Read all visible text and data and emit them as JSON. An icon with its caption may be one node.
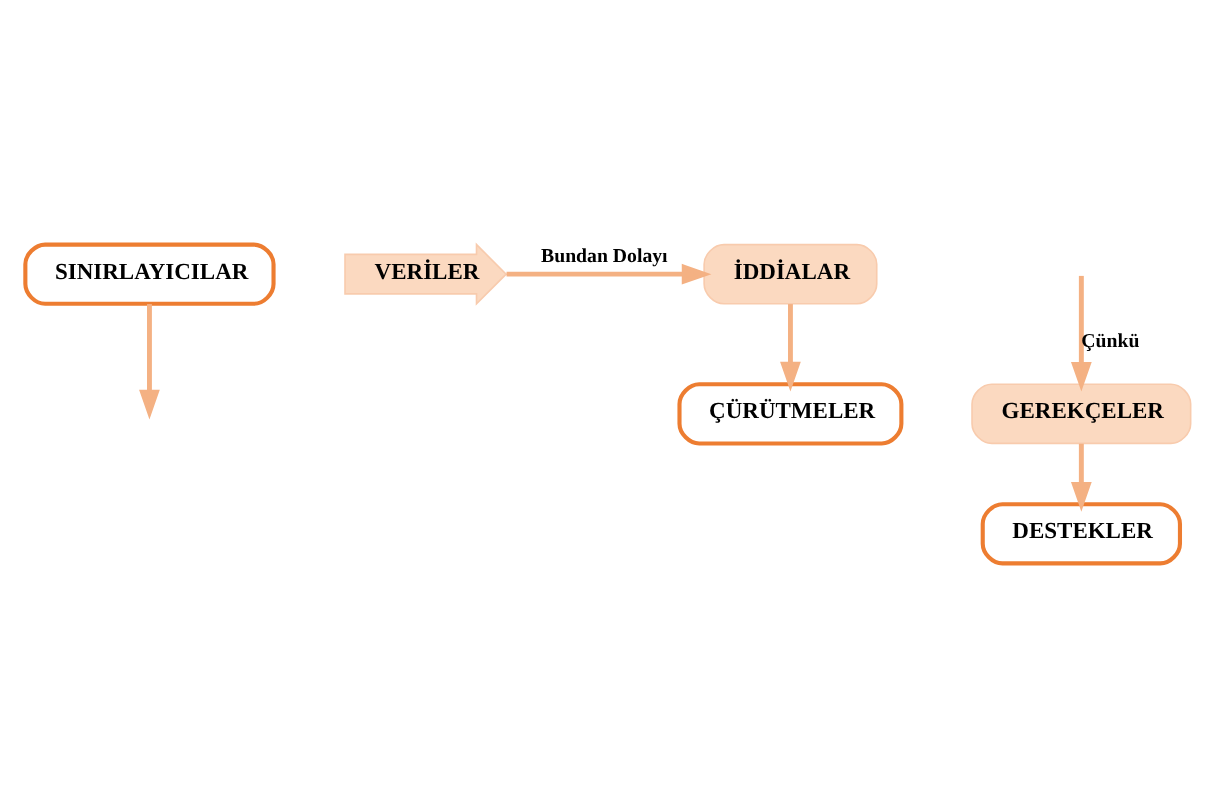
{
  "diagram": {
    "nodes": [
      {
        "text": [
          "SINIRLAYICILAR"
        ]
      },
      {
        "text": [
          "VERİLER"
        ]
      },
      {
        "text": [
          "İDDİALAR"
        ]
      },
      {
        "text": [
          "GEREKÇELER"
        ]
      },
      {
        "text": [
          "ÇÜRÜTMELER"
        ]
      },
      {
        "text": [
          "DESTEKLER"
        ]
      }
    ],
    "edges": [
      {
        "from": 1,
        "to": 2,
        "arrow": "to",
        "label": "Bundan Dolayı"
      },
      {
        "from": 0,
        "to": null,
        "arrow": "to"
      },
      {
        "from": null,
        "to": 3,
        "arrow": "to",
        "label": "Çünkü"
      },
      {
        "from": 3,
        "to": 5,
        "arrow": "to"
      },
      {
        "from": 2,
        "to": 4,
        "arrow": "to"
      }
    ]
  }
}
